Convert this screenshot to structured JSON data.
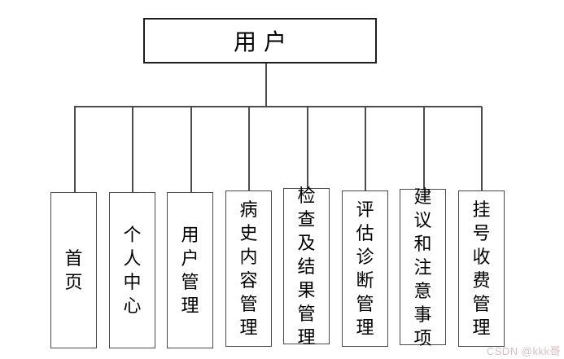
{
  "diagram": {
    "root": {
      "label": "用户"
    },
    "children": [
      {
        "label": "首页"
      },
      {
        "label": "个人中心"
      },
      {
        "label": "用户管理"
      },
      {
        "label": "病史内容管理"
      },
      {
        "label": "检查及结果管理"
      },
      {
        "label": "评估诊断管理"
      },
      {
        "label": "建议和注意事项"
      },
      {
        "label": "挂号收费管理"
      }
    ]
  },
  "watermark": "CSDN @kkk哥",
  "colors": {
    "root_border": "#1d1d1d",
    "child_border": "#4a4a4a",
    "connector": "#4d4d4d",
    "watermark_text": "#d8bebe",
    "background": "#ffffff"
  }
}
